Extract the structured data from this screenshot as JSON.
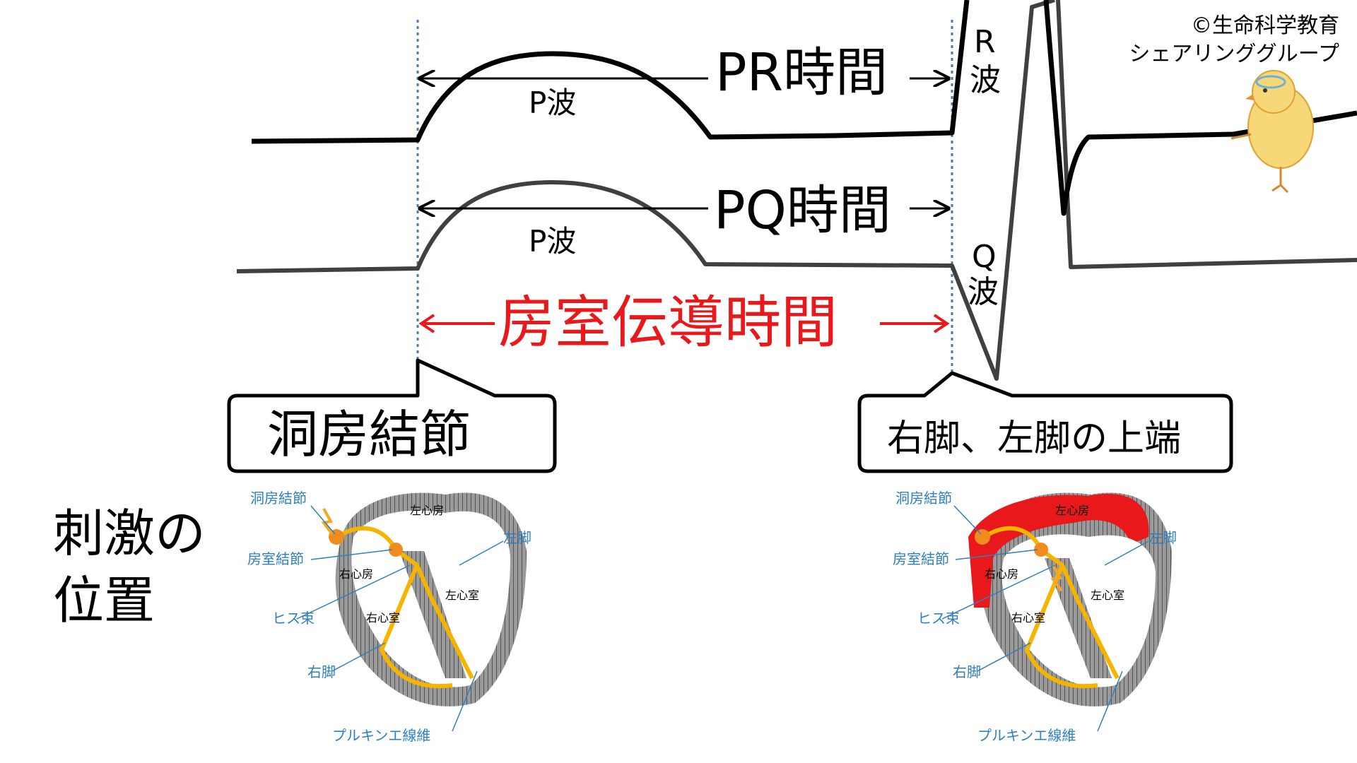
{
  "copyright": {
    "line1": "©生命科学教育",
    "line2": "シェアリンググループ"
  },
  "waves": {
    "upper": {
      "interval": "PR時間",
      "p_wave": "P波",
      "r_wave_1": "R",
      "r_wave_2": "波"
    },
    "lower": {
      "interval": "PQ時間",
      "p_wave": "P波",
      "q_wave_1": "Q",
      "q_wave_2": "波"
    },
    "av_conduction": "房室伝導時間"
  },
  "callouts": {
    "left": "洞房結節",
    "right": "右脚、左脚の上端"
  },
  "stimulus_label": {
    "line1": "刺激の",
    "line2": "位置"
  },
  "heart_labels": {
    "sa_node": "洞房結節",
    "av_node": "房室結節",
    "his_bundle": "ヒス束",
    "right_bundle": "右脚",
    "purkinje": "プルキンエ線維",
    "left_bundle": "左脚",
    "left_atrium": "左心房",
    "right_atrium": "右心房",
    "left_ventricle": "左心室",
    "right_ventricle": "右心室"
  },
  "colors": {
    "trace": "#000000",
    "trace_gray": "#404040",
    "marker_line": "#4a78b4",
    "accent_red": "#e8181b",
    "label_blue": "#2e7fbf",
    "conduction_yellow": "#f5b400",
    "node_orange": "#f08c1e"
  }
}
